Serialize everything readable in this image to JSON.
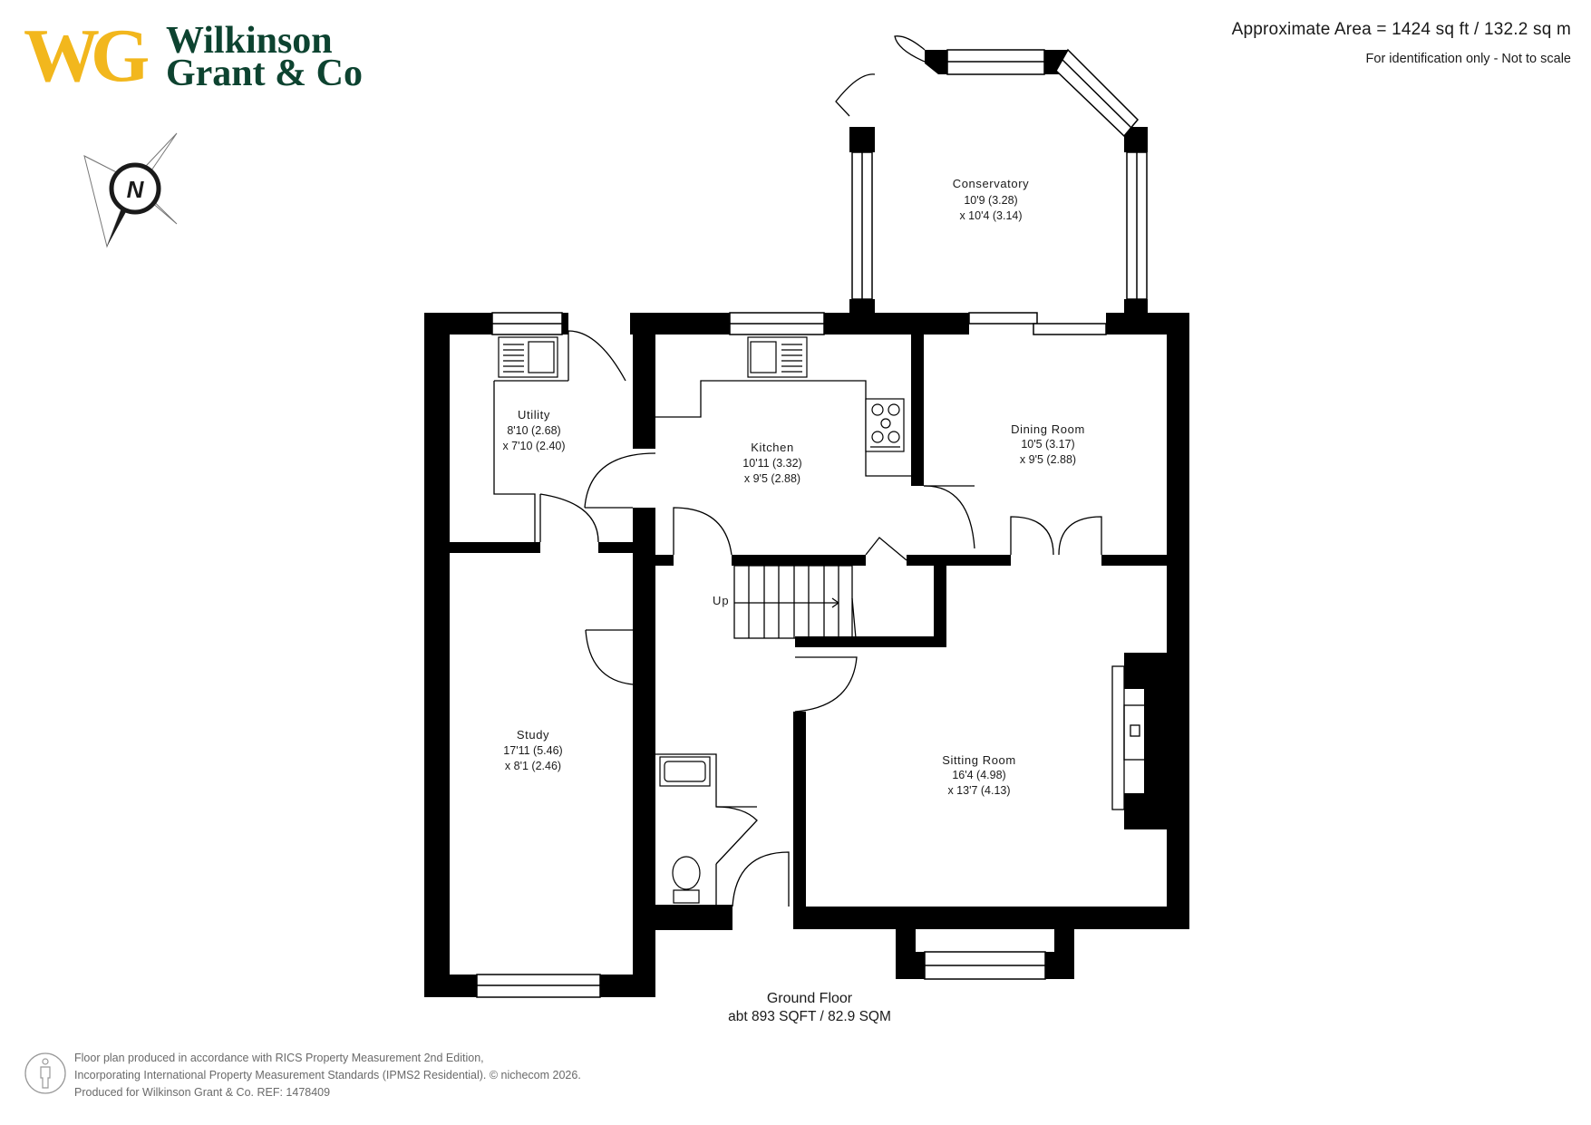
{
  "brand": {
    "logo_letters": "WG",
    "name_line1": "Wilkinson",
    "name_line2": "Grant & Co",
    "colors": {
      "gold": "#f2b71d",
      "green": "#0d4330"
    }
  },
  "header": {
    "approx_area": "Approximate Area = 1424 sq ft / 132.2 sq m",
    "note": "For identification only - Not to scale"
  },
  "compass": {
    "label": "N",
    "icon": "north-compass-icon"
  },
  "floor": {
    "name": "Ground Floor",
    "area": "abt 893 SQFT / 82.9 SQM"
  },
  "rooms": {
    "conservatory": {
      "name": "Conservatory",
      "dim1": "10'9 (3.28)",
      "dim2": "x 10'4 (3.14)"
    },
    "utility": {
      "name": "Utility",
      "dim1": "8'10 (2.68)",
      "dim2": "x 7'10 (2.40)"
    },
    "kitchen": {
      "name": "Kitchen",
      "dim1": "10'11 (3.32)",
      "dim2": "x 9'5 (2.88)"
    },
    "dining": {
      "name": "Dining Room",
      "dim1": "10'5 (3.17)",
      "dim2": "x 9'5 (2.88)"
    },
    "study": {
      "name": "Study",
      "dim1": "17'11 (5.46)",
      "dim2": "x 8'1 (2.46)"
    },
    "sitting": {
      "name": "Sitting Room",
      "dim1": "16'4 (4.98)",
      "dim2": "x 13'7 (4.13)"
    }
  },
  "stairs": {
    "label": "Up"
  },
  "footer": {
    "line1": "Floor plan produced in accordance with RICS Property Measurement 2nd Edition,",
    "line2": "Incorporating International Property Measurement Standards (IPMS2 Residential).  © nichecom  2026.",
    "line3": "Produced for Wilkinson Grant & Co.  REF:  1478409"
  }
}
